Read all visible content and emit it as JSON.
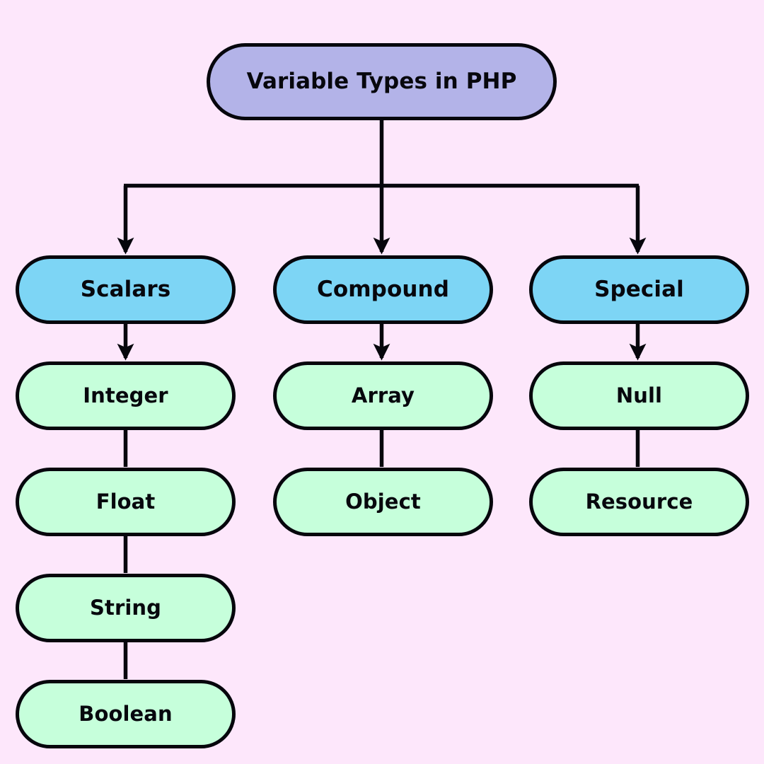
{
  "diagram": {
    "title": "Variable Types in PHP",
    "background_color": "#fde7fb",
    "root": {
      "label": "Variable Types in PHP",
      "fill": "#b3b3e8",
      "border": "#06060c"
    },
    "branches": [
      {
        "label": "Scalars",
        "fill": "#7dd5f5",
        "children": [
          {
            "label": "Integer",
            "fill": "#c6ffdb"
          },
          {
            "label": "Float",
            "fill": "#c6ffdb"
          },
          {
            "label": "String",
            "fill": "#c6ffdb"
          },
          {
            "label": "Boolean",
            "fill": "#c6ffdb"
          }
        ]
      },
      {
        "label": "Compound",
        "fill": "#7dd5f5",
        "children": [
          {
            "label": "Array",
            "fill": "#c6ffdb"
          },
          {
            "label": "Object",
            "fill": "#c6ffdb"
          }
        ]
      },
      {
        "label": "Special",
        "fill": "#7dd5f5",
        "children": [
          {
            "label": "Null",
            "fill": "#c6ffdb"
          },
          {
            "label": "Resource",
            "fill": "#c6ffdb"
          }
        ]
      }
    ]
  },
  "chart_data": {
    "type": "table",
    "title": "Variable Types in PHP",
    "categories": [
      "Scalars",
      "Compound",
      "Special"
    ],
    "series": [
      {
        "name": "Scalars",
        "values": [
          "Integer",
          "Float",
          "String",
          "Boolean"
        ]
      },
      {
        "name": "Compound",
        "values": [
          "Array",
          "Object"
        ]
      },
      {
        "name": "Special",
        "values": [
          "Null",
          "Resource"
        ]
      }
    ]
  }
}
